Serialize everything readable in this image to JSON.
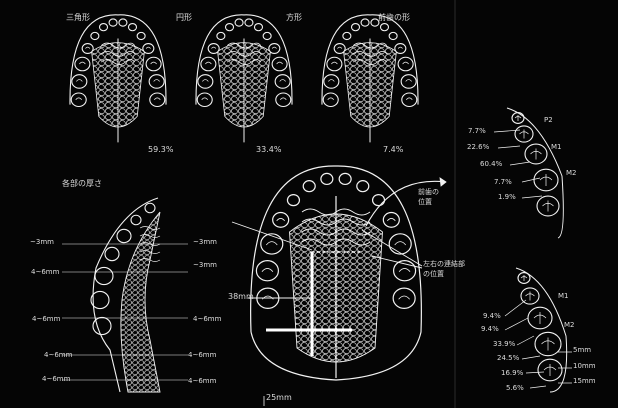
{
  "shapes": {
    "triangle": {
      "label": "三角形",
      "percent": "59.3%"
    },
    "round": {
      "label": "円形",
      "percent": "33.4%"
    },
    "square": {
      "label": "方形",
      "percent": "7.4%"
    },
    "anterior": {
      "label": "前歯の形"
    }
  },
  "thickness": {
    "title": "各部の厚さ",
    "left_labels": [
      "~3mm",
      "4~6mm",
      "4~6mm",
      "4~6mm",
      "4~6mm"
    ],
    "right_labels": [
      "~3mm",
      "~3mm",
      "4~6mm",
      "4~6mm",
      "4~6mm"
    ]
  },
  "center": {
    "dim_vertical": "38mm",
    "dim_horizontal": "25mm",
    "side_label_line1": "左右の連結部",
    "side_label_line2": "の位置",
    "top_label_line1": "前歯の",
    "top_label_line2": "位置"
  },
  "premolar_right": {
    "tooth_p2": "P2",
    "tooth_m1": "M1",
    "tooth_m2": "M2",
    "percents": [
      "7.7%",
      "22.6%",
      "60.4%",
      "7.7%",
      "1.9%"
    ]
  },
  "molar_right": {
    "tooth_m1": "M1",
    "tooth_m2": "M2",
    "percents": [
      "9.4%",
      "9.4%",
      "33.9%",
      "24.5%",
      "16.9%",
      "5.6%"
    ],
    "measure_a": "5mm",
    "measure_b": "10mm",
    "measure_c": "15mm"
  },
  "colors": {
    "background": "#050505",
    "line": "#f2f2f2"
  }
}
